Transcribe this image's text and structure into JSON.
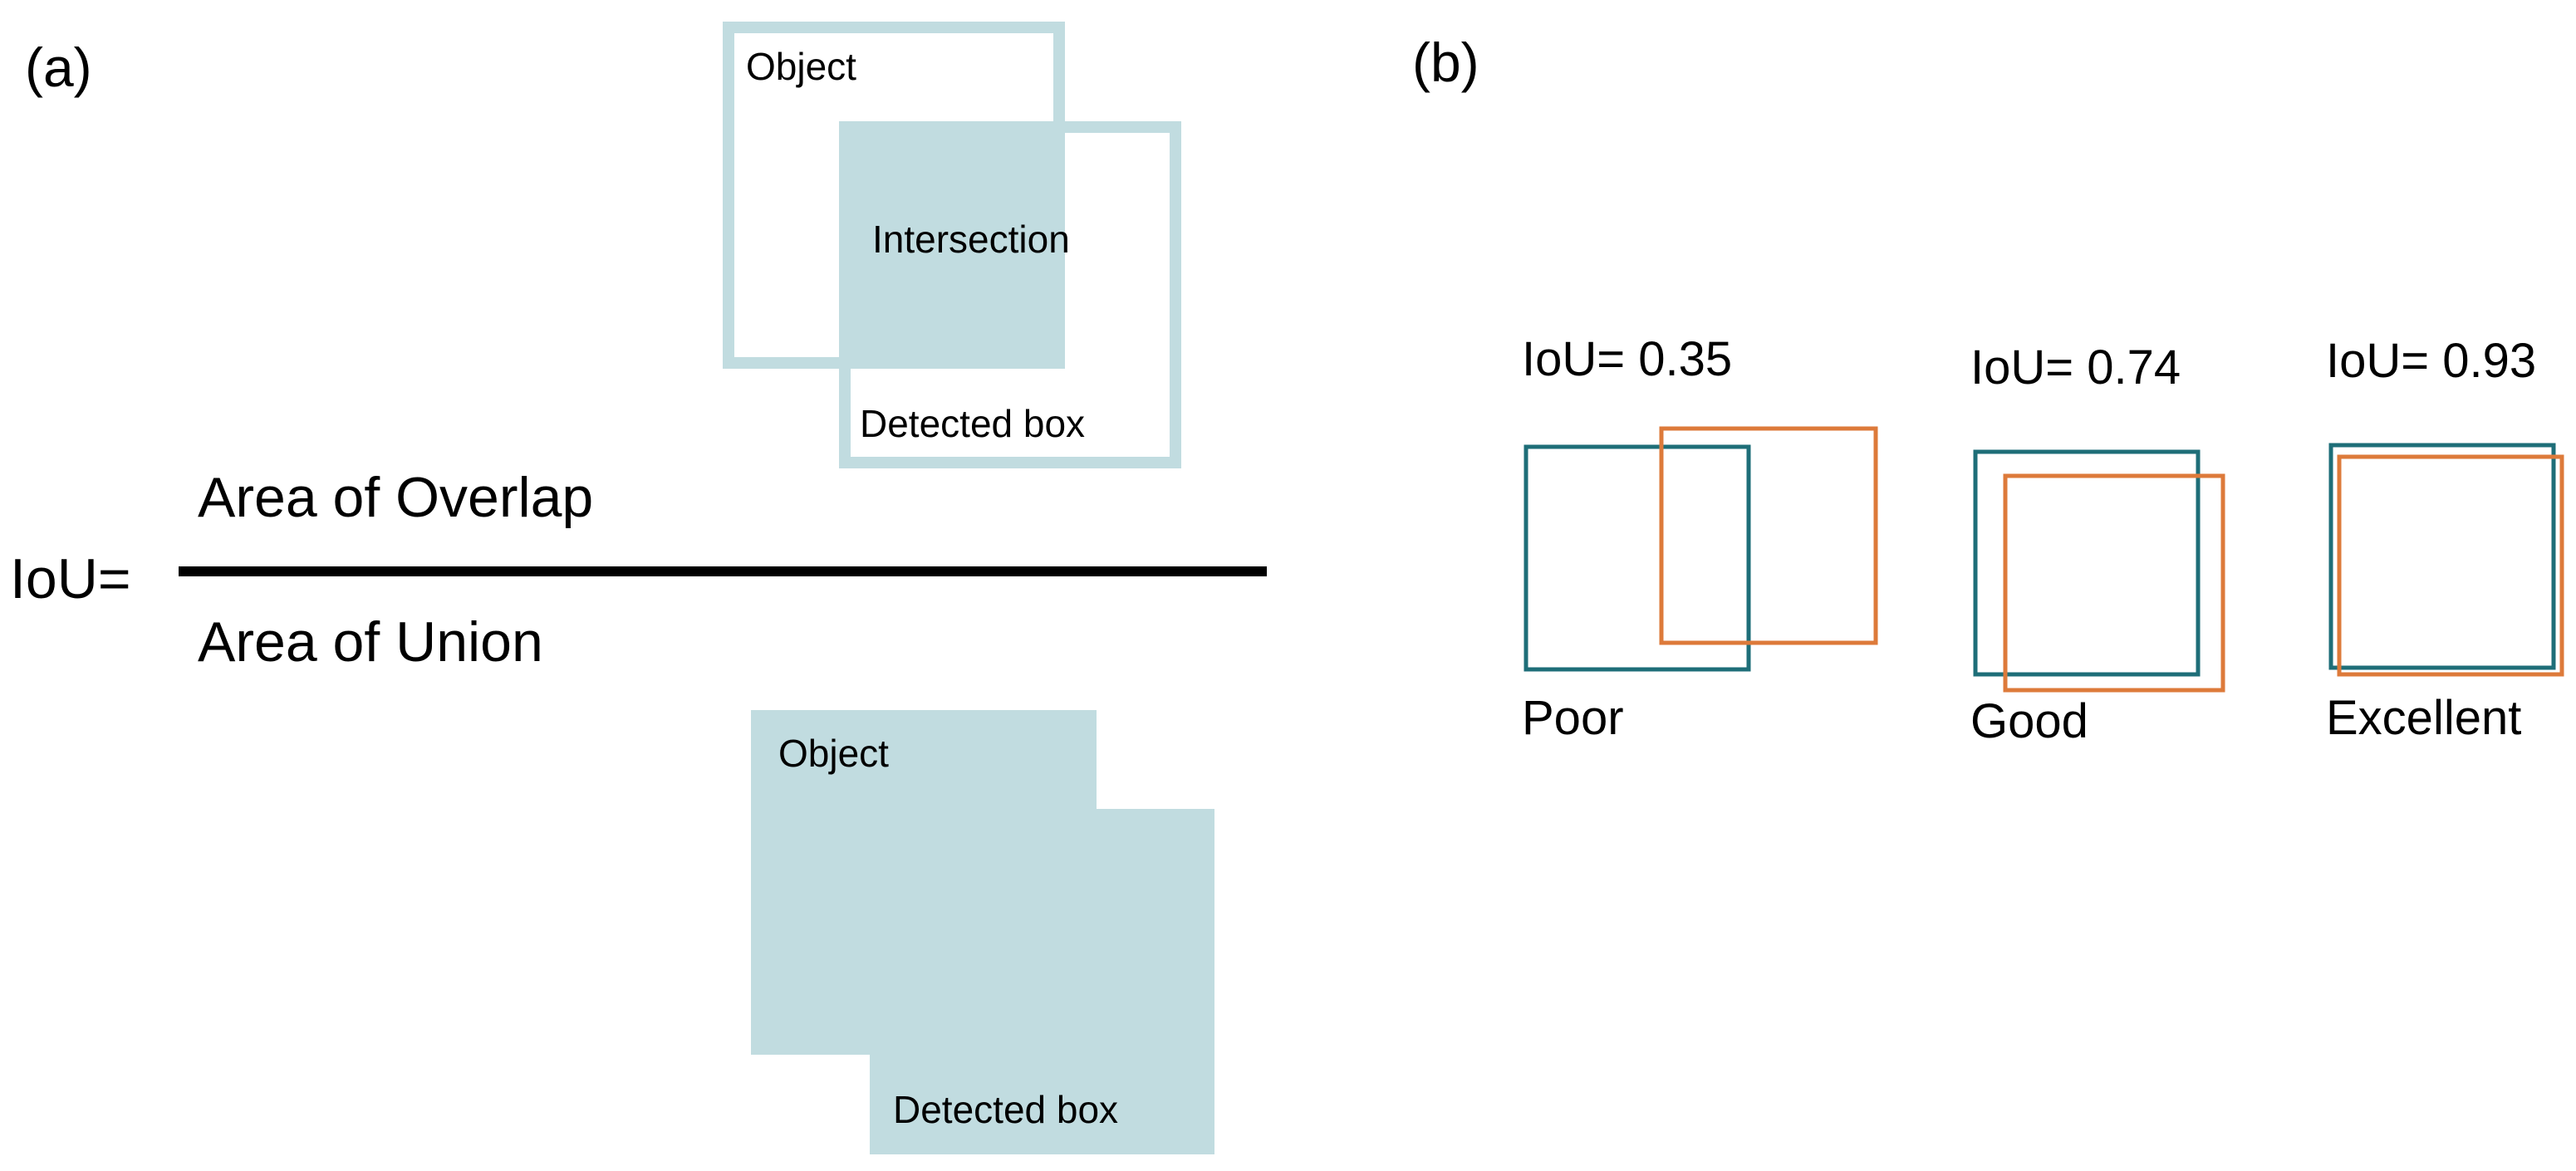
{
  "panel_a": {
    "label": "(a)",
    "equation": {
      "lhs": "IoU=",
      "numerator": "Area of Overlap",
      "denominator": "Area of Union"
    },
    "overlap_diagram": {
      "object_label": "Object",
      "intersection_label": "Intersection",
      "detected_label": "Detected box"
    },
    "union_diagram": {
      "object_label": "Object",
      "detected_label": "Detected box"
    }
  },
  "panel_b": {
    "label": "(b)",
    "examples": [
      {
        "score": "IoU= 0.35",
        "iou": 0.35,
        "quality": "Poor"
      },
      {
        "score": "IoU= 0.74",
        "iou": 0.74,
        "quality": "Good"
      },
      {
        "score": "IoU= 0.93",
        "iou": 0.93,
        "quality": "Excellent"
      }
    ]
  },
  "colors": {
    "region_fill": "#c1dce0",
    "ground_truth": "#1e6e78",
    "prediction": "#dd7a3a",
    "text": "#000000"
  }
}
